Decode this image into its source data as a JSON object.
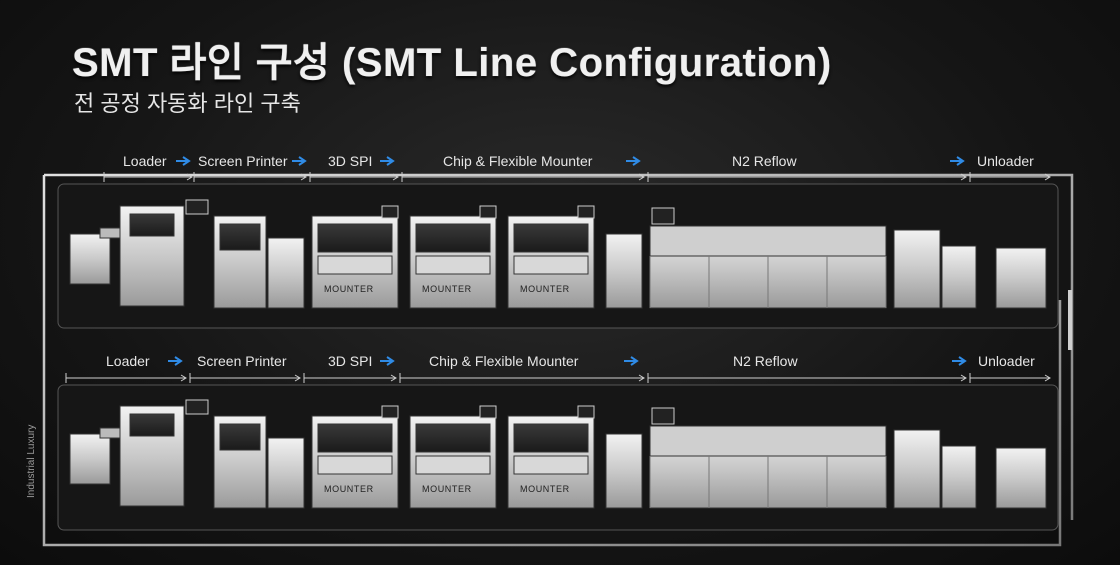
{
  "title": "SMT 라인 구성 (SMT Line Configuration)",
  "subtitle": "전 공정 자동화 라인 구축",
  "side_label": "Industrial Luxury",
  "machine_text": "MOUNTER",
  "lines": [
    {
      "stages": [
        {
          "label": "Loader"
        },
        {
          "label": "Screen Printer"
        },
        {
          "label": "3D SPI"
        },
        {
          "label": "Chip & Flexible Mounter"
        },
        {
          "label": "N2 Reflow"
        },
        {
          "label": "Unloader"
        }
      ]
    },
    {
      "stages": [
        {
          "label": "Loader"
        },
        {
          "label": "Screen Printer"
        },
        {
          "label": "3D SPI"
        },
        {
          "label": "Chip & Flexible Mounter"
        },
        {
          "label": "N2 Reflow"
        },
        {
          "label": "Unloader"
        }
      ]
    }
  ],
  "colors": {
    "arrow": "#2f8be6",
    "frame": "#bfbfbf",
    "machine": "#dcdcdc"
  }
}
